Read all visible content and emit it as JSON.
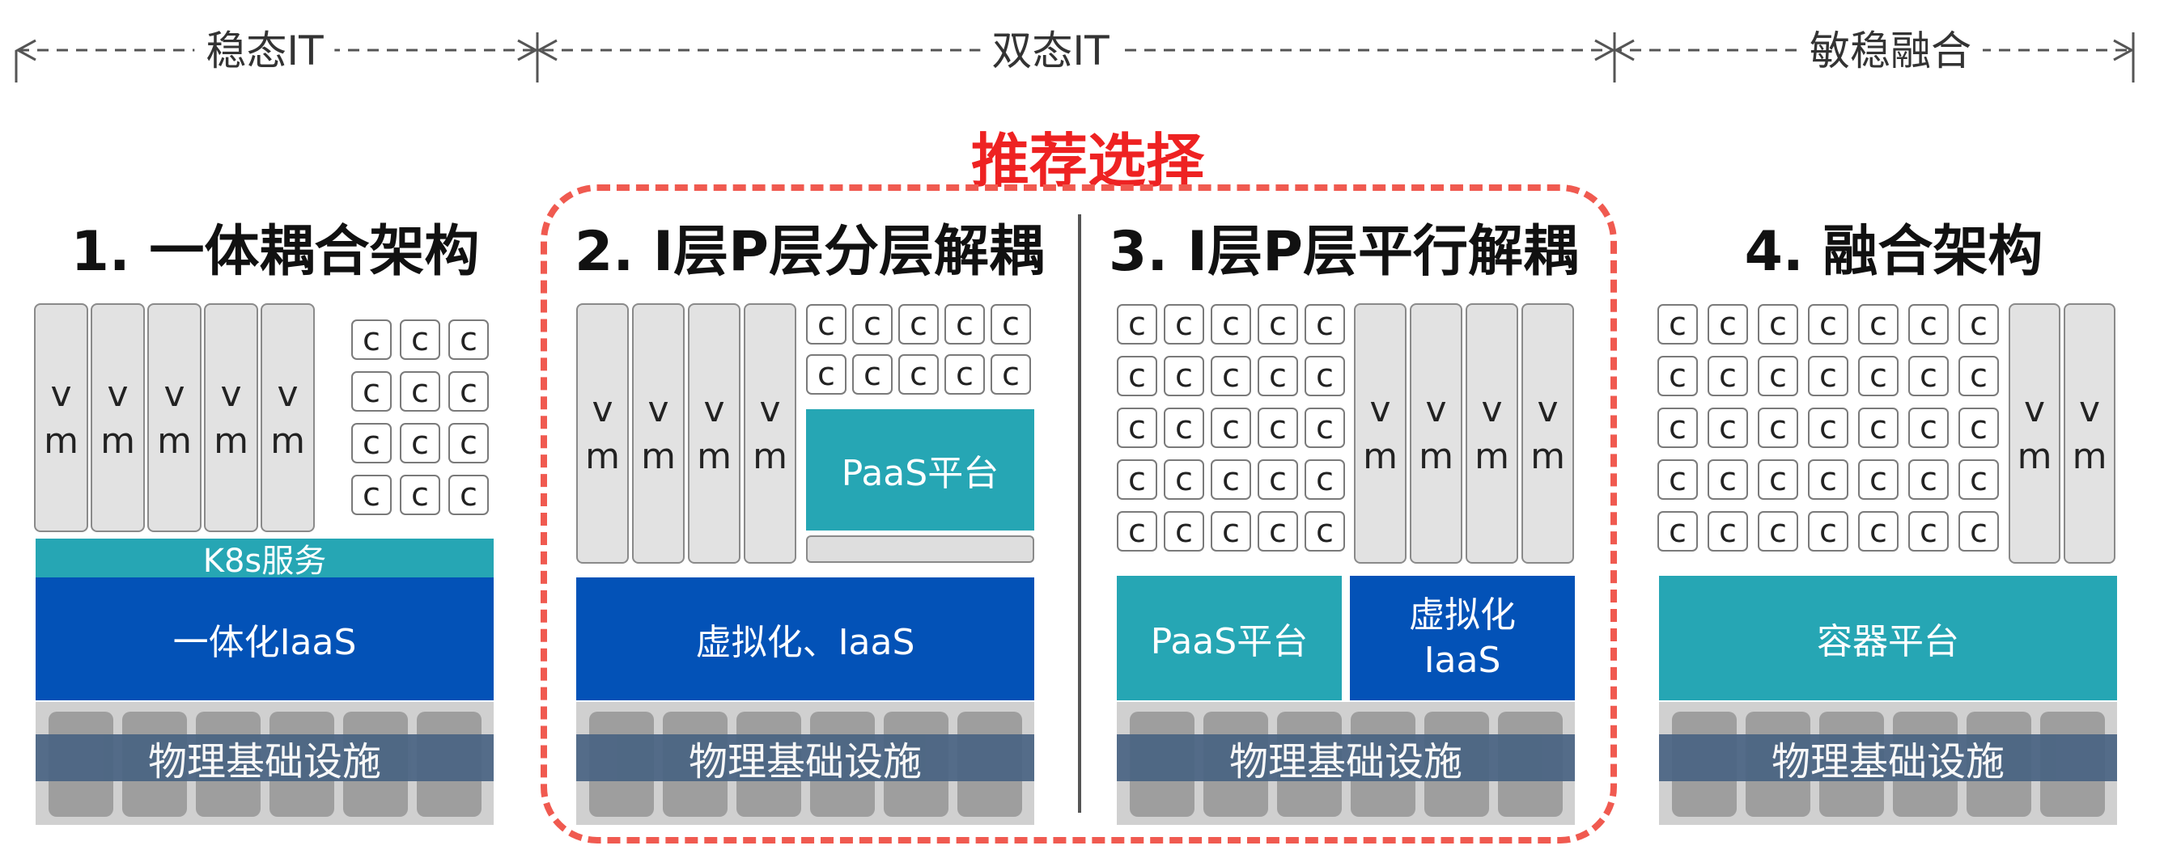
{
  "timeline": {
    "left": "稳态IT",
    "middle": "双态IT",
    "right": "敏稳融合"
  },
  "recommend": "推荐选择",
  "panels": [
    {
      "title": "1. 一体耦合架构",
      "vm": "v m",
      "c": "c",
      "band1": "K8s服务",
      "band2": "一体化IaaS",
      "infra": "物理基础设施"
    },
    {
      "title": "2. I层P层分层解耦",
      "vm": "v m",
      "c": "c",
      "paas": "PaaS平台",
      "band": "虚拟化、IaaS",
      "infra": "物理基础设施"
    },
    {
      "title": "3. I层P层平行解耦",
      "vm": "v m",
      "c": "c",
      "paas": "PaaS平台",
      "iaas": "虚拟化\nIaaS",
      "infra": "物理基础设施"
    },
    {
      "title": "4. 融合架构",
      "vm": "v m",
      "c": "c",
      "band": "容器平台",
      "infra": "物理基础设施"
    }
  ],
  "colors": {
    "teal": "#26a6b4",
    "blue": "#0352b7",
    "highlight": "#ee2222",
    "dashed": "#f05a50",
    "infra_bar": "#4a6483"
  }
}
